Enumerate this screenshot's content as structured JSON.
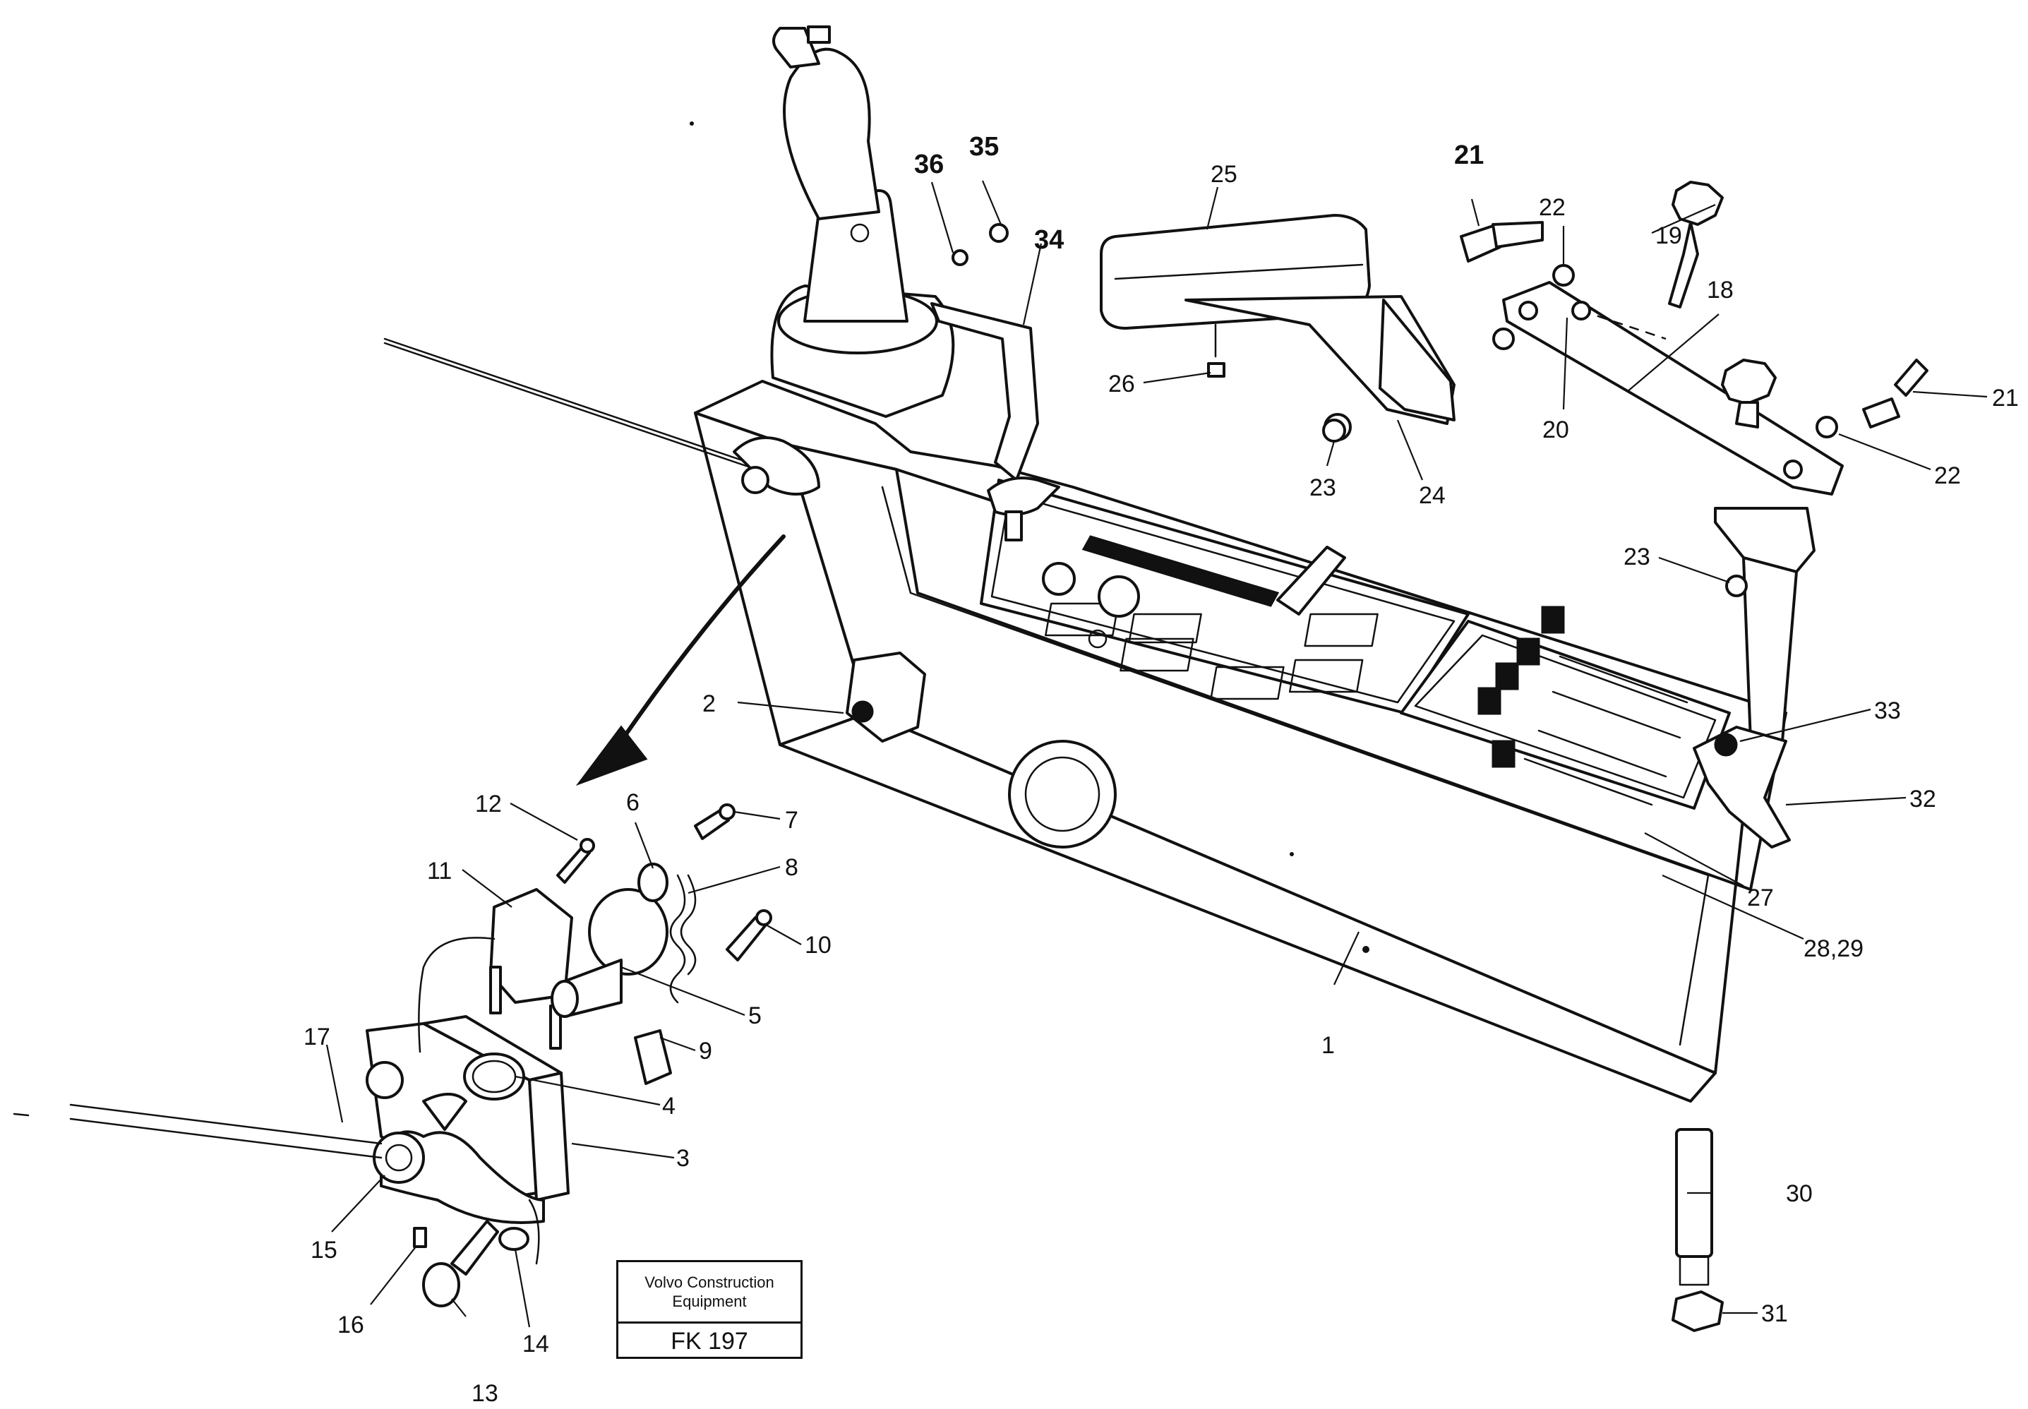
{
  "figure": {
    "company_name": "Volvo Construction\nEquipment",
    "drawing_code": "FK 197"
  },
  "callouts": [
    {
      "id": "c1",
      "label": "1"
    },
    {
      "id": "c2",
      "label": "2"
    },
    {
      "id": "c3",
      "label": "3"
    },
    {
      "id": "c4",
      "label": "4"
    },
    {
      "id": "c5",
      "label": "5"
    },
    {
      "id": "c6",
      "label": "6"
    },
    {
      "id": "c7",
      "label": "7"
    },
    {
      "id": "c8",
      "label": "8"
    },
    {
      "id": "c9",
      "label": "9"
    },
    {
      "id": "c10",
      "label": "10"
    },
    {
      "id": "c11",
      "label": "11"
    },
    {
      "id": "c12",
      "label": "12"
    },
    {
      "id": "c13",
      "label": "13"
    },
    {
      "id": "c14",
      "label": "14"
    },
    {
      "id": "c15",
      "label": "15"
    },
    {
      "id": "c16",
      "label": "16"
    },
    {
      "id": "c17",
      "label": "17"
    },
    {
      "id": "c18",
      "label": "18"
    },
    {
      "id": "c19",
      "label": "19"
    },
    {
      "id": "c20",
      "label": "20"
    },
    {
      "id": "c21a",
      "label": "21"
    },
    {
      "id": "c21b",
      "label": "21"
    },
    {
      "id": "c22a",
      "label": "22"
    },
    {
      "id": "c22b",
      "label": "22"
    },
    {
      "id": "c23a",
      "label": "23"
    },
    {
      "id": "c23b",
      "label": "23"
    },
    {
      "id": "c24",
      "label": "24"
    },
    {
      "id": "c25",
      "label": "25"
    },
    {
      "id": "c26",
      "label": "26"
    },
    {
      "id": "c27",
      "label": "27"
    },
    {
      "id": "c2829",
      "label": "28,29"
    },
    {
      "id": "c30",
      "label": "30"
    },
    {
      "id": "c31",
      "label": "31"
    },
    {
      "id": "c32",
      "label": "32"
    },
    {
      "id": "c33",
      "label": "33"
    },
    {
      "id": "c34",
      "label": "34"
    },
    {
      "id": "c35",
      "label": "35"
    },
    {
      "id": "c36",
      "label": "36"
    }
  ]
}
